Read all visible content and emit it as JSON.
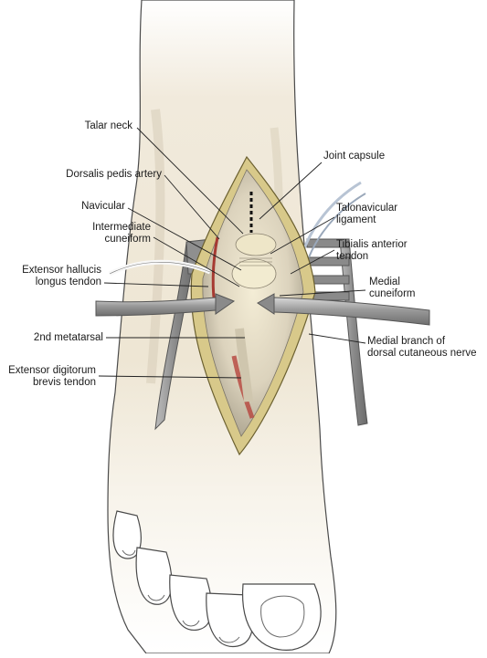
{
  "labels_left": [
    {
      "id": "talar-neck",
      "lines": [
        "Talar neck"
      ]
    },
    {
      "id": "dorsalis-pedis-artery",
      "lines": [
        "Dorsalis pedis artery"
      ]
    },
    {
      "id": "navicular",
      "lines": [
        "Navicular"
      ]
    },
    {
      "id": "intermediate-cuneiform",
      "lines": [
        "Intermediate",
        "cuneiform"
      ]
    },
    {
      "id": "extensor-hallucis-longus-tendon",
      "lines": [
        "Extensor hallucis",
        "longus tendon"
      ]
    },
    {
      "id": "2nd-metatarsal",
      "lines": [
        "2nd metatarsal"
      ]
    },
    {
      "id": "extensor-digitorum-brevis-tendon",
      "lines": [
        "Extensor digitorum",
        "brevis tendon"
      ]
    }
  ],
  "labels_right": [
    {
      "id": "joint-capsule",
      "lines": [
        "Joint capsule"
      ]
    },
    {
      "id": "talonavicular-ligament",
      "lines": [
        "Talonavicular",
        "ligament"
      ]
    },
    {
      "id": "tibialis-anterior-tendon",
      "lines": [
        "Tibialis anterior",
        "tendon"
      ]
    },
    {
      "id": "medial-cuneiform",
      "lines": [
        "Medial",
        "cuneiform"
      ]
    },
    {
      "id": "medial-branch-of-dorsal-cutaneous-nerve",
      "lines": [
        "Medial branch of",
        "dorsal cutaneous nerve"
      ]
    }
  ]
}
